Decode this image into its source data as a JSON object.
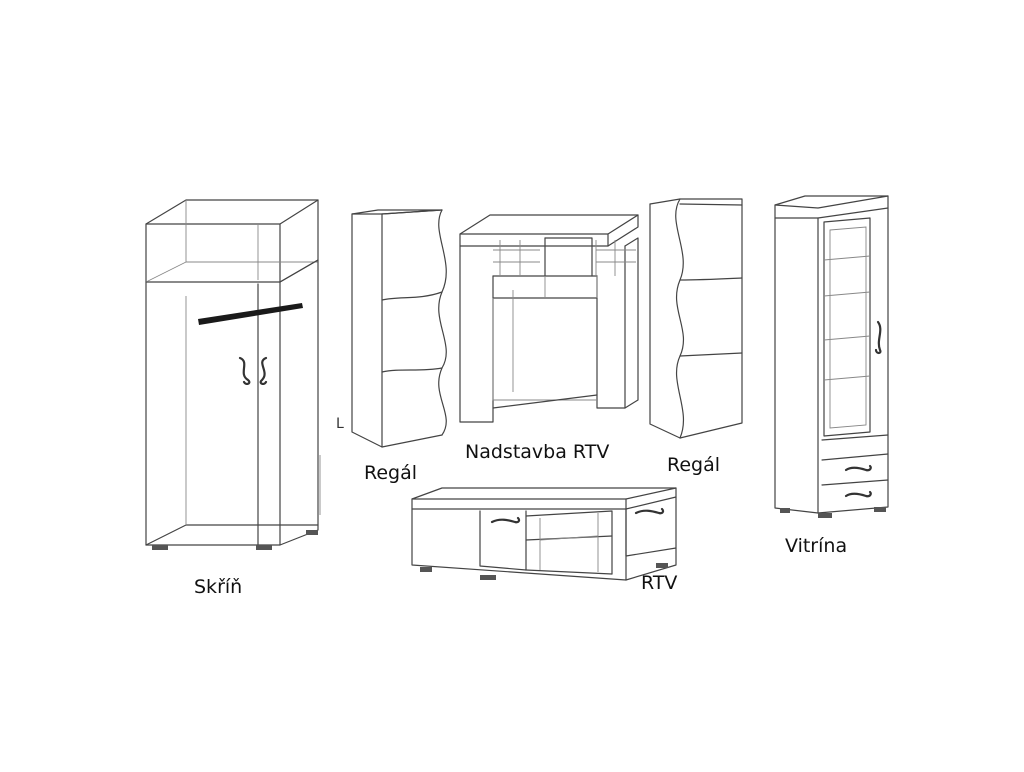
{
  "labels": {
    "skrin": "Skříň",
    "regal_left": "Regál",
    "nadstavba": "Nadstavba RTV",
    "regal_right": "Regál",
    "vitrina": "Vitrína",
    "rtv": "RTV",
    "marker_l": "L"
  },
  "colors": {
    "line": "#444444",
    "background": "#ffffff",
    "handle_bar": "#1a1a1a"
  }
}
